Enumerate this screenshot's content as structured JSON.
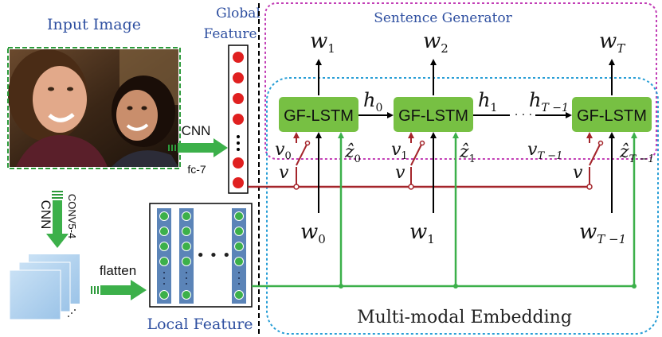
{
  "left": {
    "input_image_label": "Input Image",
    "global_feature_label_line1": "Global",
    "global_feature_label_line2": "Feature",
    "local_feature_label": "Local Feature",
    "cnn_top_label": "CNN",
    "fc7_label": "fc-7",
    "cnn_left_label": "CNN",
    "conv54_label": "CONV5-4",
    "flatten_label": "flatten",
    "local_dots": "• • •"
  },
  "right": {
    "sentence_generator_label": "Sentence Generator",
    "embedding_label": "Multi-modal Embedding",
    "lstm_cells": [
      {
        "label": "GF-LSTM"
      },
      {
        "label": "GF-LSTM"
      },
      {
        "label": "GF-LSTM"
      }
    ],
    "outputs": [
      {
        "base": "w",
        "sub": "1"
      },
      {
        "base": "w",
        "sub": "2"
      },
      {
        "base": "w",
        "sub": "T"
      }
    ],
    "inputs": [
      {
        "base": "w",
        "sub": "0"
      },
      {
        "base": "w",
        "sub": "1"
      },
      {
        "base": "w",
        "sub": "T −1"
      }
    ],
    "hidden": [
      {
        "base": "h",
        "sub": "0"
      },
      {
        "base": "h",
        "sub": "1"
      },
      {
        "base": "h",
        "sub": "T −1"
      }
    ],
    "v_gate": [
      {
        "base": "v",
        "sub": "0"
      },
      {
        "base": "v",
        "sub": "1"
      },
      {
        "base": "v",
        "sub": "T −1"
      }
    ],
    "z_hat": [
      {
        "base": "ẑ",
        "sub": "0"
      },
      {
        "base": "ẑ",
        "sub": "1"
      },
      {
        "base": "ẑ",
        "sub": "T −1"
      }
    ],
    "v_symbol": "v",
    "seq_dots": "· · ·"
  },
  "colors": {
    "lstm_fill": "#77c043",
    "red_line": "#a4252b",
    "green_line": "#3cb04a",
    "blue_dotted": "#2a9fd6",
    "magenta_dotted": "#c23fb6",
    "green_dashed": "#2c9a3a",
    "label_blue": "#2e4fa0"
  }
}
